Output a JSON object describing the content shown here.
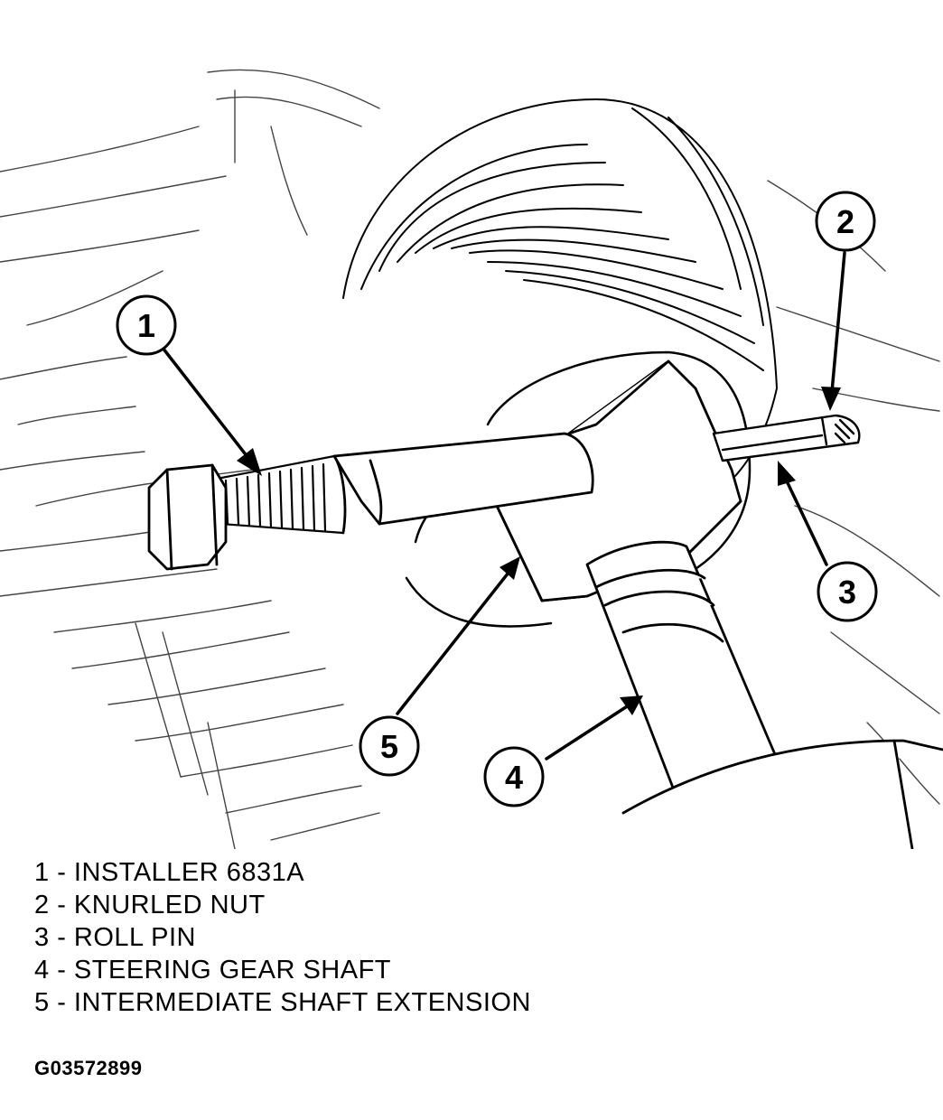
{
  "callouts": [
    "1",
    "2",
    "3",
    "4",
    "5"
  ],
  "legend": [
    {
      "num": "1",
      "text": "INSTALLER 6831A"
    },
    {
      "num": "2",
      "text": "KNURLED NUT"
    },
    {
      "num": "3",
      "text": "ROLL PIN"
    },
    {
      "num": "4",
      "text": "STEERING GEAR SHAFT"
    },
    {
      "num": "5",
      "text": "INTERMEDIATE SHAFT EXTENSION"
    }
  ],
  "legend_separator": " - ",
  "figure_id": "G03572899"
}
